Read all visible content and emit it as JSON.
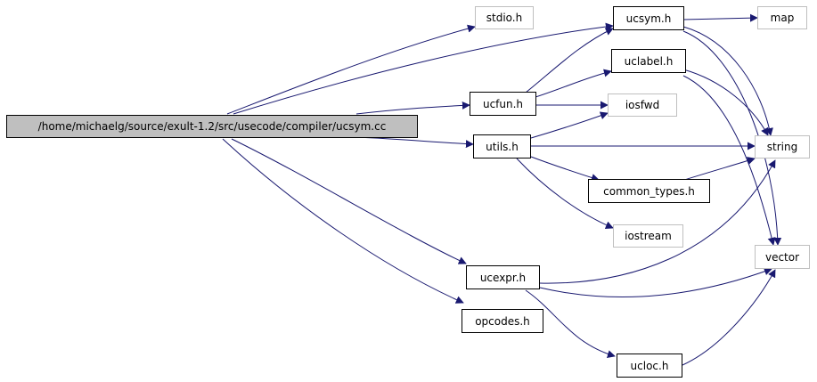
{
  "colors": {
    "edge": "#191970",
    "local_border": "#000000",
    "system_border": "#bfbfbf",
    "root_fill": "#bfbfbf"
  },
  "nodes": {
    "root": "/home/michaelg/source/exult-1.2/src/usecode/compiler/ucsym.cc",
    "stdio": "stdio.h",
    "ucsym": "ucsym.h",
    "map": "map",
    "uclabel": "uclabel.h",
    "ucfun": "ucfun.h",
    "iosfwd": "iosfwd",
    "string": "string",
    "utils": "utils.h",
    "common_types": "common_types.h",
    "iostream": "iostream",
    "vector": "vector",
    "ucexpr": "ucexpr.h",
    "opcodes": "opcodes.h",
    "ucloc": "ucloc.h"
  },
  "edges": [
    [
      "root",
      "stdio"
    ],
    [
      "root",
      "ucsym"
    ],
    [
      "root",
      "ucfun"
    ],
    [
      "root",
      "utils"
    ],
    [
      "root",
      "ucexpr"
    ],
    [
      "root",
      "opcodes"
    ],
    [
      "ucsym",
      "map"
    ],
    [
      "ucsym",
      "string"
    ],
    [
      "ucsym",
      "vector"
    ],
    [
      "ucfun",
      "ucsym"
    ],
    [
      "ucfun",
      "uclabel"
    ],
    [
      "ucfun",
      "iosfwd"
    ],
    [
      "uclabel",
      "string"
    ],
    [
      "uclabel",
      "vector"
    ],
    [
      "utils",
      "iosfwd"
    ],
    [
      "utils",
      "string"
    ],
    [
      "utils",
      "common_types"
    ],
    [
      "utils",
      "iostream"
    ],
    [
      "common_types",
      "string"
    ],
    [
      "ucexpr",
      "string"
    ],
    [
      "ucexpr",
      "vector"
    ],
    [
      "ucexpr",
      "ucloc"
    ],
    [
      "ucloc",
      "vector"
    ]
  ]
}
